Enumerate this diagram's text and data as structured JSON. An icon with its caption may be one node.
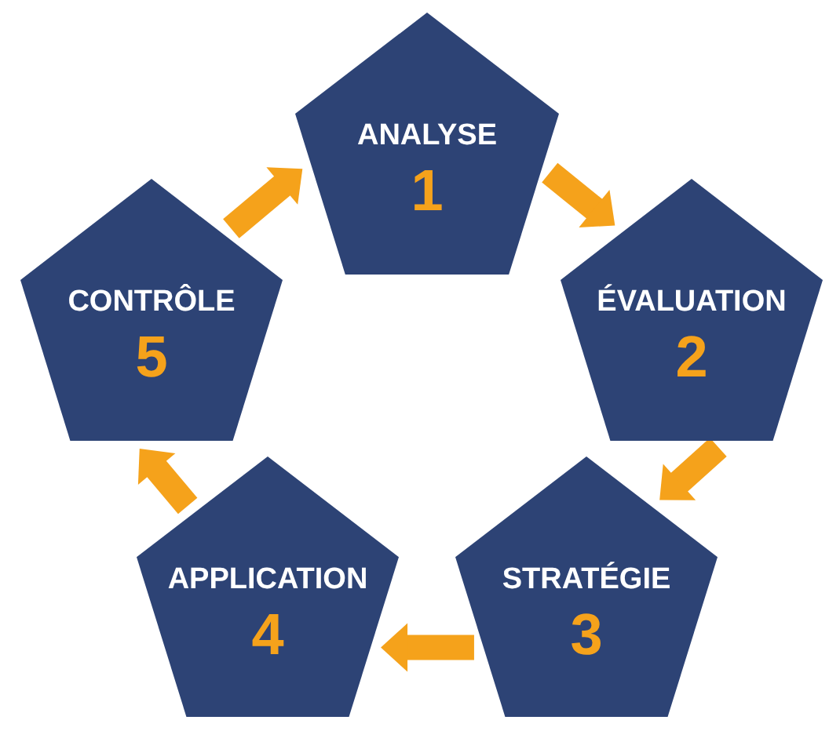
{
  "diagram": {
    "nodes": [
      {
        "text": [
          "ANALYSE",
          "1"
        ]
      },
      {
        "text": [
          "ÉVALUATION",
          "2"
        ]
      },
      {
        "text": [
          "STRATÉGIE",
          "3"
        ]
      },
      {
        "text": [
          "APPLICATION",
          "4"
        ]
      },
      {
        "text": [
          "CONTRÔLE",
          "5"
        ]
      }
    ],
    "edges": [
      {
        "from": 0,
        "to": 1,
        "arrow": "to"
      },
      {
        "from": 1,
        "to": 2,
        "arrow": "to"
      },
      {
        "from": 2,
        "to": 3,
        "arrow": "to"
      },
      {
        "from": 3,
        "to": 4,
        "arrow": "to"
      },
      {
        "from": 4,
        "to": 0,
        "arrow": "to"
      }
    ]
  }
}
